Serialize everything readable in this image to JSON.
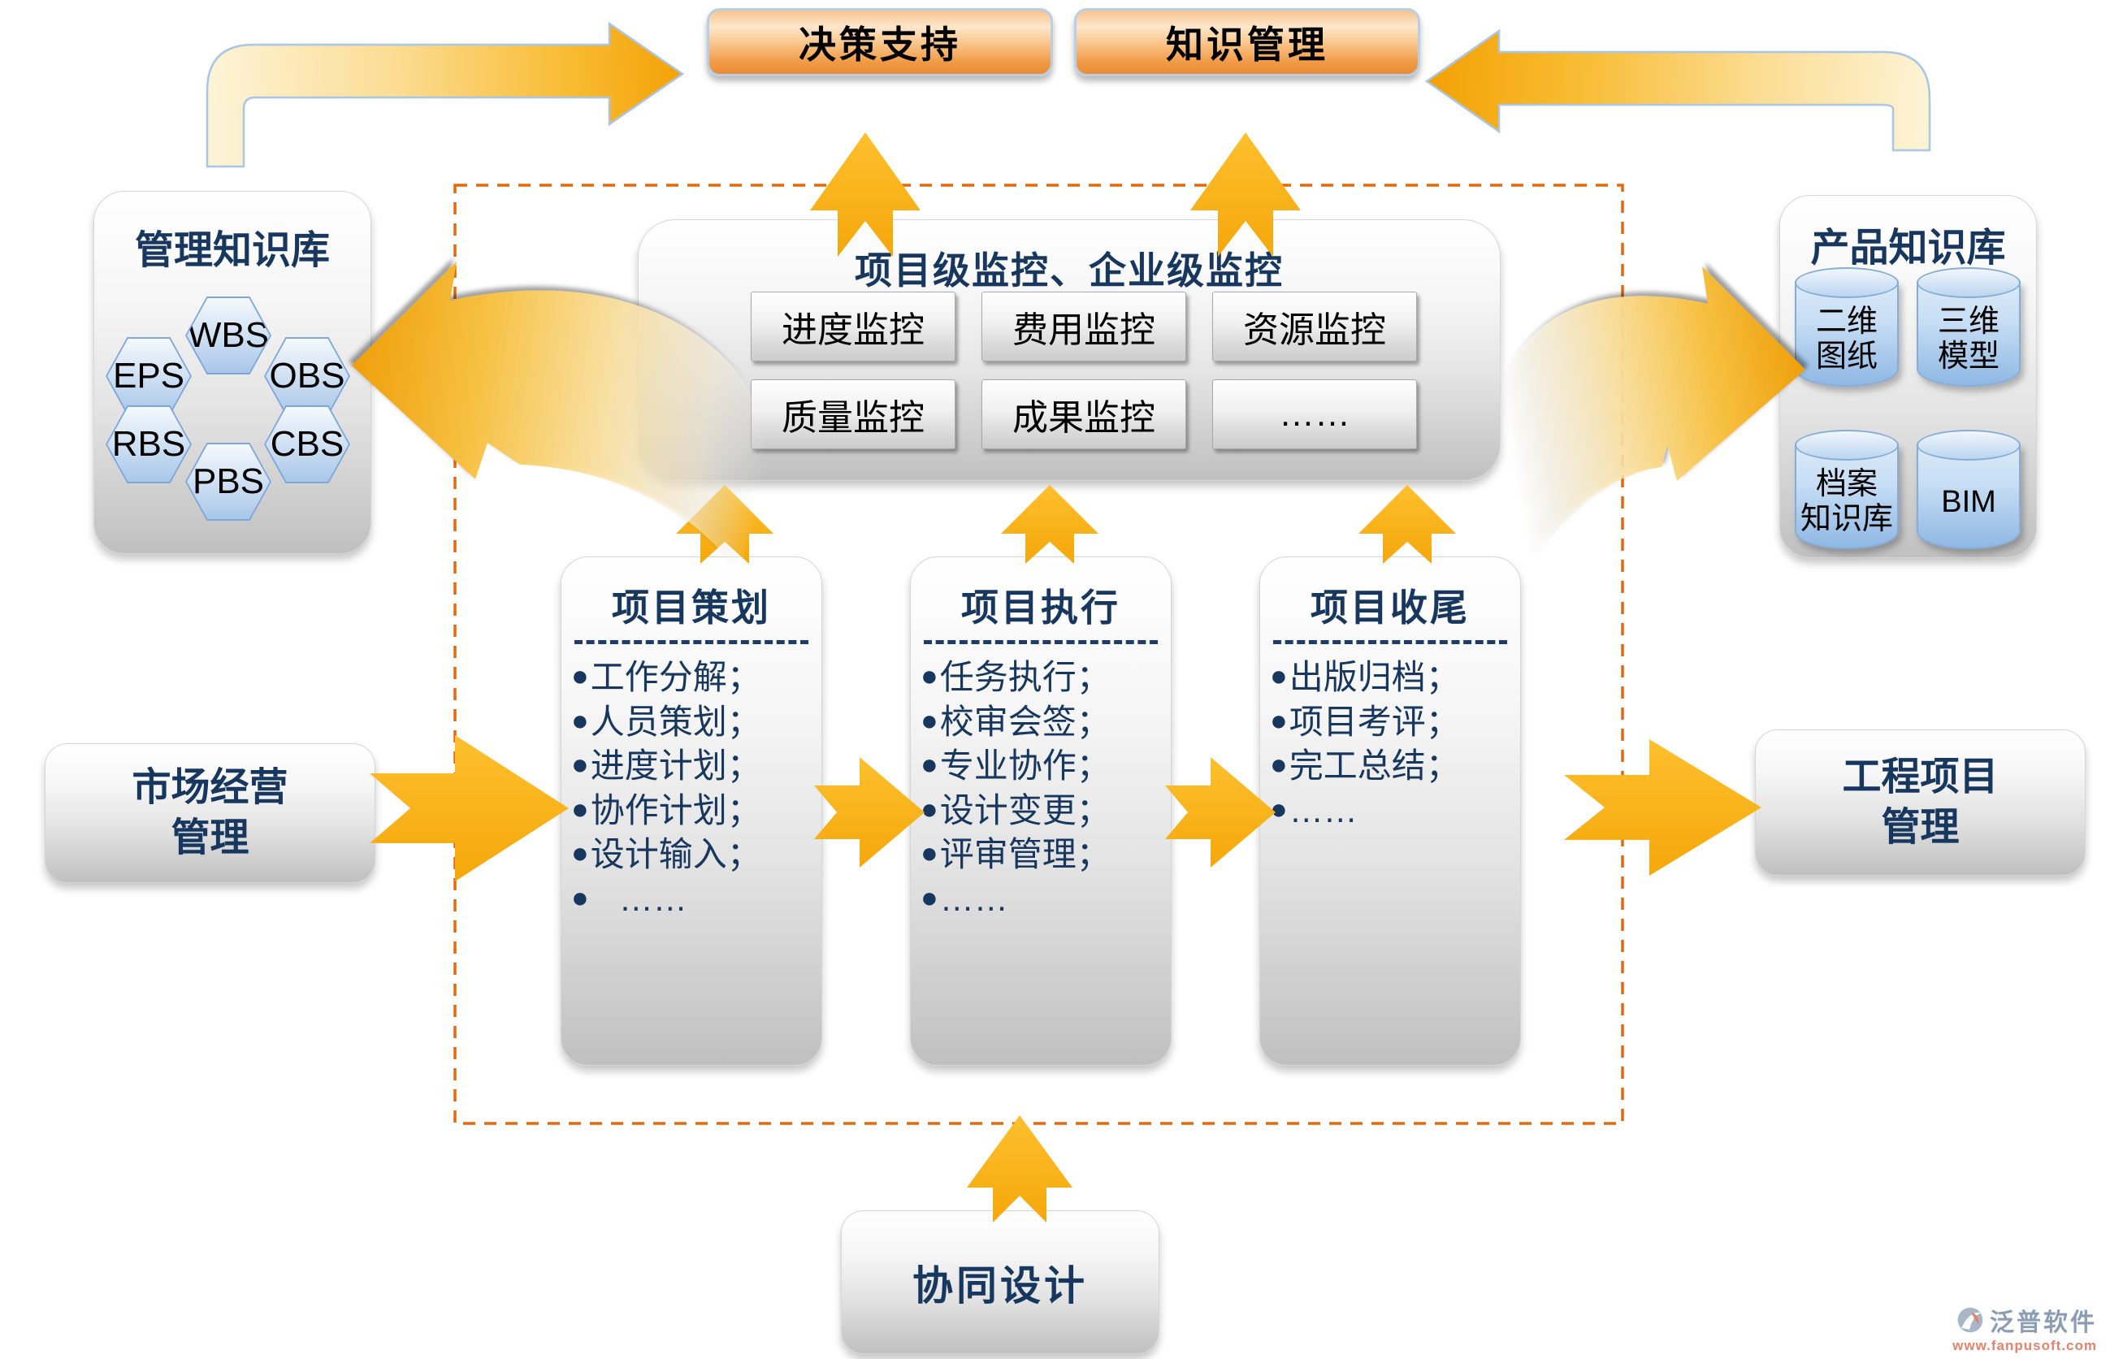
{
  "colors": {
    "dashed_border": "#E4690B",
    "arrow_gold": "#FBB615",
    "navy_text": "#17375E",
    "orange_box_bottom": "#EA8C33",
    "hex_cylinder_blue": "#8FB8E4",
    "panel_gray": "#C0C0C0"
  },
  "bullet": "●",
  "top_boxes": {
    "decision_support": "决策支持",
    "knowledge_management": "知识管理"
  },
  "management_kb": {
    "title": "管理知识库",
    "hexagons": [
      "WBS",
      "EPS",
      "OBS",
      "RBS",
      "CBS",
      "PBS"
    ]
  },
  "monitoring": {
    "title": "项目级监控、企业级监控",
    "buttons": [
      "进度监控",
      "费用监控",
      "资源监控",
      "质量监控",
      "成果监控",
      "……"
    ]
  },
  "columns": [
    {
      "title": "项目策划",
      "items": [
        "工作分解；",
        "人员策划；",
        "进度计划；",
        "协作计划；",
        "设计输入；",
        "   ……"
      ]
    },
    {
      "title": "项目执行",
      "items": [
        "任务执行；",
        "校审会签；",
        "专业协作；",
        "设计变更；",
        "评审管理；",
        "……"
      ]
    },
    {
      "title": "项目收尾",
      "items": [
        "出版归档；",
        "项目考评；",
        "完工总结；",
        "……"
      ]
    }
  ],
  "product_kb": {
    "title": "产品知识库",
    "cylinders": [
      "二维\n图纸",
      "三维\n模型",
      "档案\n知识库",
      "BIM"
    ]
  },
  "market_box": "市场经营\n管理",
  "engineering_box": "工程项目\n管理",
  "collaboration_box": "协同设计",
  "watermark": {
    "name": "泛普软件",
    "url": "www.fanpusoft.com"
  }
}
